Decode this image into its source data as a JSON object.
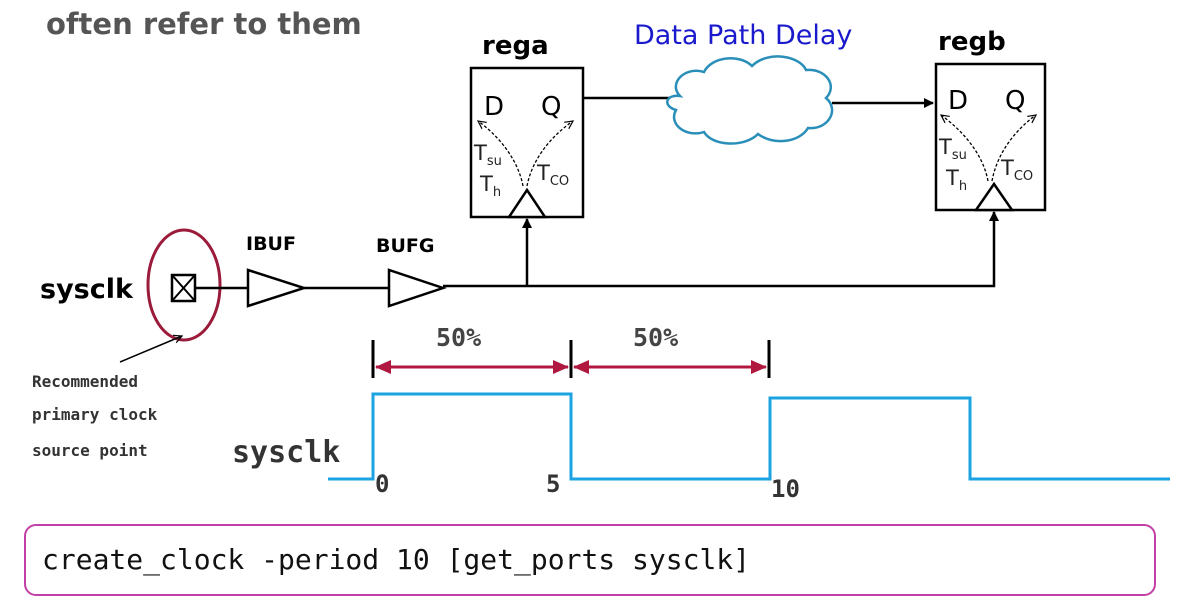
{
  "heading": "often refer to them",
  "cloud_label": "Data Path Delay",
  "regs": {
    "a": {
      "name": "rega",
      "d": "D",
      "q": "Q",
      "tsu": "T",
      "tsu_sub": "su",
      "th": "T",
      "th_sub": "h",
      "tco": "T",
      "tco_sub": "CO"
    },
    "b": {
      "name": "regb",
      "d": "D",
      "q": "Q",
      "tsu": "T",
      "tsu_sub": "su",
      "th": "T",
      "th_sub": "h",
      "tco": "T",
      "tco_sub": "CO"
    }
  },
  "buffers": {
    "ibuf": "IBUF",
    "bufg": "BUFG"
  },
  "port_label": "sysclk",
  "note_lines": [
    "Recommended",
    "primary clock",
    "source point"
  ],
  "waveform": {
    "label": "sysclk",
    "duty_left": "50%",
    "duty_right": "50%",
    "ticks": [
      "0",
      "5",
      "10"
    ],
    "period": 10,
    "duty_cycle": 0.5
  },
  "command": "create_clock -period 10 [get_ports sysclk]",
  "colors": {
    "waveform": "#1aa3e0",
    "arrow": "#b01840",
    "port_circle": "#9b1b3b",
    "cloud_fill": "#ffffff",
    "cloud_stroke": "#2a8fb8",
    "cmd_border": "#c040a8",
    "cloud_text": "#1a1acc"
  }
}
